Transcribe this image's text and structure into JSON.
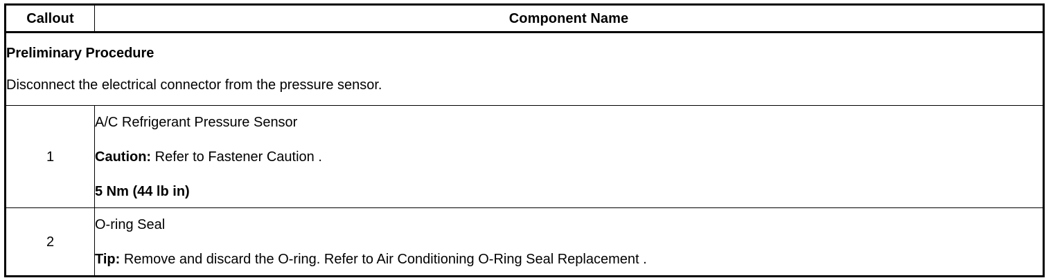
{
  "table": {
    "headers": {
      "callout": "Callout",
      "component_name": "Component Name"
    },
    "preliminary": {
      "title": "Preliminary Procedure",
      "text": "Disconnect the electrical connector from the pressure sensor."
    },
    "rows": [
      {
        "callout": "1",
        "name": "A/C Refrigerant Pressure Sensor",
        "caution_label": "Caution:",
        "caution_text": " Refer to Fastener Caution .",
        "torque": "5 Nm (44 lb in)"
      },
      {
        "callout": "2",
        "name": "O-ring Seal",
        "tip_label": "Tip:",
        "tip_text": " Remove and discard the O-ring. Refer to Air Conditioning O-Ring Seal Replacement ."
      }
    ]
  },
  "colors": {
    "border": "#000000",
    "text": "#000000",
    "background": "#ffffff"
  }
}
